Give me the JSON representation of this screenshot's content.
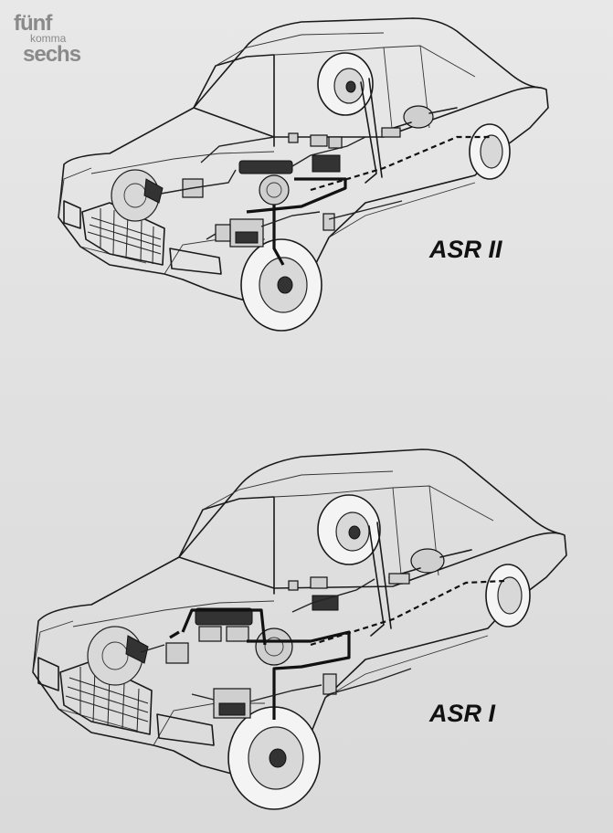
{
  "logo": {
    "line1": "fünf",
    "line2": "komma",
    "line3": "sechs"
  },
  "diagrams": [
    {
      "label": "ASR II"
    },
    {
      "label": "ASR I"
    }
  ],
  "colors": {
    "background": "#e2e2e2",
    "line": "#1a1a1a",
    "logo": "#8a8a8a"
  }
}
